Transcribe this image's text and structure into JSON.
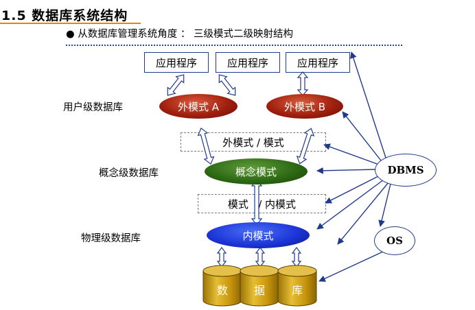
{
  "header": {
    "title": "1.5  数据库系统结构",
    "subtitle": "● 从数据库管理系统角度 ： 三级模式二级映射结构"
  },
  "apps": [
    "应用程序",
    "应用程序",
    "应用程序"
  ],
  "levels": {
    "user": "用户级数据库",
    "concept": "概念级数据库",
    "physical": "物理级数据库"
  },
  "schemas": {
    "ext_a": "外模式 A",
    "ext_b": "外模式 B",
    "concept": "概念模式",
    "internal": "内模式"
  },
  "mappings": {
    "ext_concept": "外模式 / 模式",
    "concept_internal": "模式   / 内模式"
  },
  "systems": {
    "dbms": "DBMS",
    "os": "OS"
  },
  "database": [
    "数",
    "据",
    "库"
  ],
  "colors": {
    "ext_schema": "#a0200f",
    "concept_schema": "#2e6a14",
    "internal_schema": "#1d36d8",
    "cylinder": "#d4a51c",
    "arrow": "#1f3a8c",
    "title_underline": "#e08a00"
  }
}
